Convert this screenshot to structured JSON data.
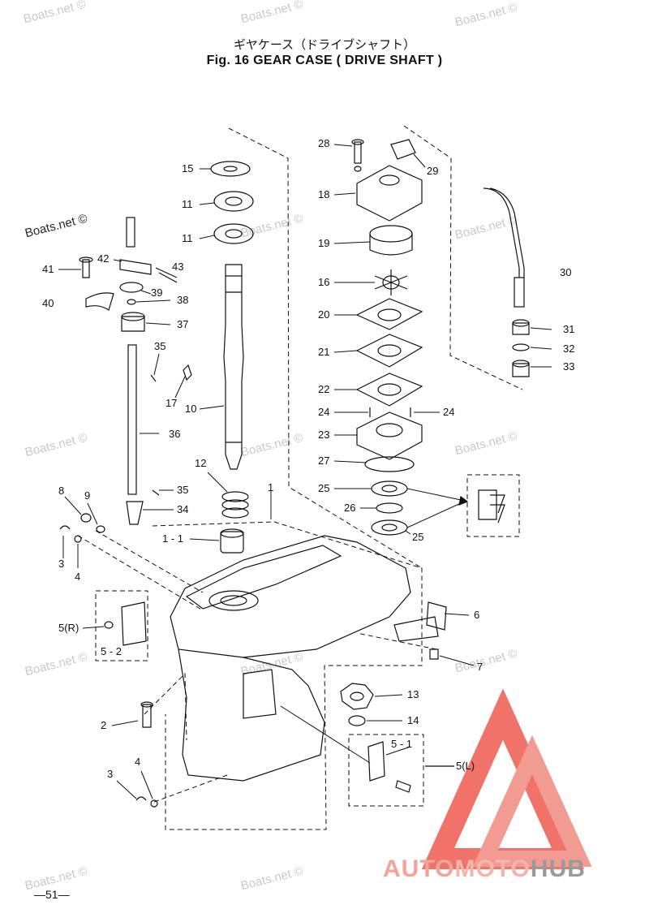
{
  "header": {
    "title_jp": "ギヤケース（ドライブシャフト）",
    "title_en": "Fig. 16   GEAR CASE ( DRIVE SHAFT )"
  },
  "watermark": "Boats.net ©",
  "page_number": "—51—",
  "logo": {
    "part1": "AUTO",
    "part2": "MOTO",
    "part3": "HUB",
    "colors": {
      "auto": "#f2a39a",
      "moto": "#f3b6ad",
      "hub": "#9a9a9a",
      "triangle": "#ee5a4f"
    }
  },
  "callouts": {
    "c15": "15",
    "c11a": "11",
    "c11b": "11",
    "c41": "41",
    "c42": "42",
    "c43": "43",
    "c39": "39",
    "c40": "40",
    "c38": "38",
    "c37": "37",
    "c35a": "35",
    "c17": "17",
    "c10": "10",
    "c36": "36",
    "c12": "12",
    "c35b": "35",
    "c34": "34",
    "c8": "8",
    "c9": "9",
    "c1": "1",
    "c1_1": "1 - 1",
    "c3a": "3",
    "c4a": "4",
    "c5r": "5(R)",
    "c5_2": "5 - 2",
    "c2": "2",
    "c3b": "3",
    "c4b": "4",
    "c28": "28",
    "c29": "29",
    "c18": "18",
    "c19": "19",
    "c16": "16",
    "c20": "20",
    "c21": "21",
    "c22": "22",
    "c24a": "24",
    "c24b": "24",
    "c23": "23",
    "c27": "27",
    "c25a": "25",
    "c26": "26",
    "c25b": "25",
    "c30": "30",
    "c31": "31",
    "c32": "32",
    "c33": "33",
    "c6": "6",
    "c7": "7",
    "c13": "13",
    "c14": "14",
    "c5_1": "5 - 1",
    "c5l": "5(L)"
  }
}
